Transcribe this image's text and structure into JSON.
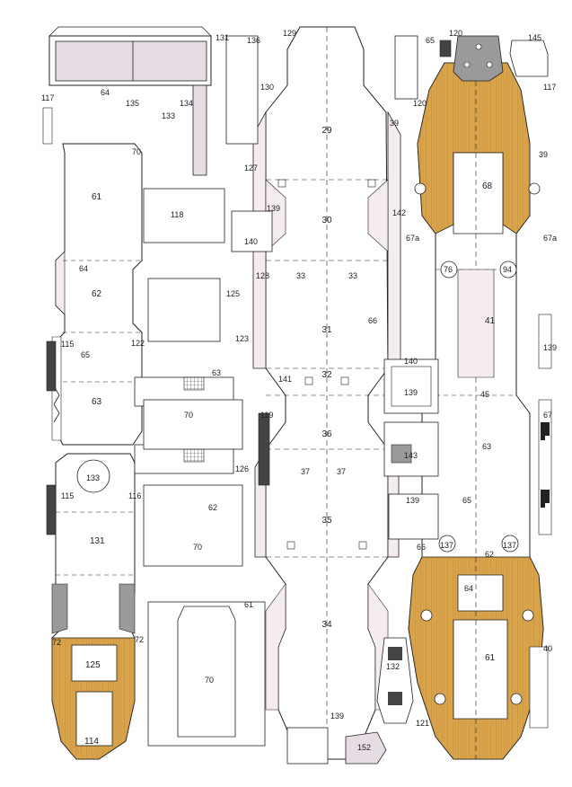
{
  "sheet": {
    "colors": {
      "outline": "#222222",
      "hull_fill": "#f4ecef",
      "deck_wood": "#d9a44a",
      "deck_plank": "#b8863a",
      "grey_part": "#9a9a9c",
      "dark_part": "#444444",
      "paper": "#ffffff"
    },
    "labels": {
      "p29": "29",
      "p30": "30",
      "p31": "31",
      "p32": "32",
      "p33a": "33",
      "p33b": "33",
      "p34": "34",
      "p35": "35",
      "p36": "36",
      "p37a": "37",
      "p37b": "37",
      "p39a": "39",
      "p39b": "39",
      "p40": "40",
      "p41": "41",
      "p45": "45",
      "p61a": "61",
      "p61b": "61",
      "p61c": "61",
      "p62a": "62",
      "p62b": "62",
      "p62c": "62",
      "p63a": "63",
      "p63b": "63",
      "p63c": "63",
      "p64a": "64",
      "p64b": "64",
      "p64c": "64",
      "p65a": "65",
      "p65b": "65",
      "p65c": "65",
      "p66a": "66",
      "p66b": "66",
      "p67": "67",
      "p67a1": "67a",
      "p67a2": "67a",
      "p68": "68",
      "p70a": "70",
      "p70b": "70",
      "p70c": "70",
      "p70d": "70",
      "p72a": "72",
      "p72b": "72",
      "p76": "76",
      "p94": "94",
      "p114": "114",
      "p115a": "115",
      "p115b": "115",
      "p116": "116",
      "p117a": "117",
      "p117b": "117",
      "p118": "118",
      "p119": "119",
      "p120a": "120",
      "p120b": "120",
      "p121": "121",
      "p122": "122",
      "p123": "123",
      "p125a": "125",
      "p125b": "125",
      "p126": "126",
      "p127": "127",
      "p128": "128",
      "p129": "129",
      "p130": "130",
      "p131a": "131",
      "p131b": "131",
      "p132": "132",
      "p133a": "133",
      "p133b": "133",
      "p134": "134",
      "p135": "135",
      "p136": "136",
      "p137a": "137",
      "p137b": "137",
      "p139a": "139",
      "p139b": "139",
      "p139c": "139",
      "p139d": "139",
      "p139e": "139",
      "p140a": "140",
      "p140b": "140",
      "p141": "141",
      "p142": "142",
      "p143": "143",
      "p145": "145",
      "p152": "152"
    }
  }
}
